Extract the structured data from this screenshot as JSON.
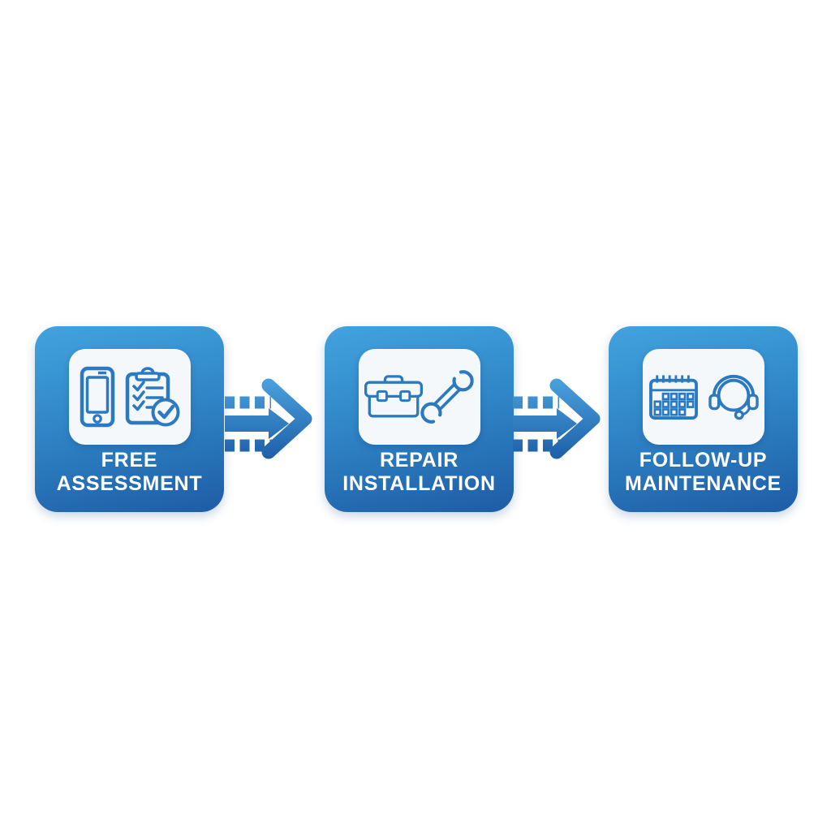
{
  "diagram": {
    "type": "process-flow",
    "direction": "left-to-right",
    "steps": [
      {
        "line1": "FREE",
        "line2": "ASSESSMENT",
        "icons": [
          "smartphone-icon",
          "checklist-clipboard-icon",
          "check-circle-icon"
        ]
      },
      {
        "line1": "REPAIR",
        "line2": "INSTALLATION",
        "icons": [
          "toolbox-icon",
          "wrench-icon"
        ]
      },
      {
        "line1": "FOLLOW-UP",
        "line2": "MAINTENANCE",
        "icons": [
          "calendar-icon",
          "headset-icon"
        ]
      }
    ],
    "connectors": [
      {
        "type": "dashed-fast-forward-arrow-right"
      },
      {
        "type": "dashed-fast-forward-arrow-right"
      }
    ]
  },
  "colors": {
    "page_bg": "#ffffff",
    "card_gradient_top": "#42a3de",
    "card_gradient_bottom": "#1e5ca6",
    "panel_bg": "#f4f8fb",
    "icon_stroke": "#2b7ac1",
    "arrow_gradient_top": "#4ba2de",
    "arrow_gradient_bottom": "#1d5fa8",
    "label_color": "#ffffff"
  }
}
